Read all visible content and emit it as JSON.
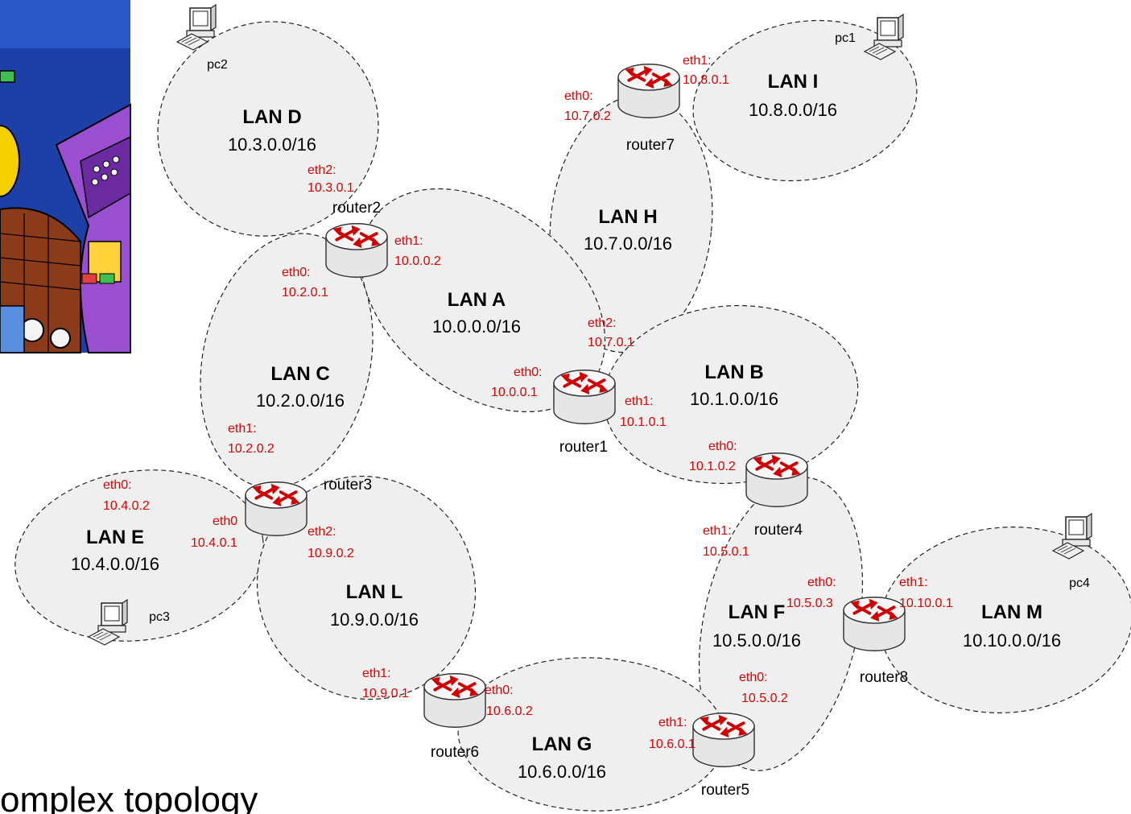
{
  "caption": "omplex topology",
  "lans": [
    {
      "key": "A",
      "name": "LAN A",
      "subnet": "10.0.0.0/16"
    },
    {
      "key": "B",
      "name": "LAN B",
      "subnet": "10.1.0.0/16"
    },
    {
      "key": "C",
      "name": "LAN C",
      "subnet": "10.2.0.0/16"
    },
    {
      "key": "D",
      "name": "LAN D",
      "subnet": "10.3.0.0/16"
    },
    {
      "key": "E",
      "name": "LAN E",
      "subnet": "10.4.0.0/16"
    },
    {
      "key": "F",
      "name": "LAN F",
      "subnet": "10.5.0.0/16"
    },
    {
      "key": "G",
      "name": "LAN G",
      "subnet": "10.6.0.0/16"
    },
    {
      "key": "H",
      "name": "LAN H",
      "subnet": "10.7.0.0/16"
    },
    {
      "key": "I",
      "name": "LAN I",
      "subnet": "10.8.0.0/16"
    },
    {
      "key": "L",
      "name": "LAN L",
      "subnet": "10.9.0.0/16"
    },
    {
      "key": "M",
      "name": "LAN M",
      "subnet": "10.10.0.0/16"
    }
  ],
  "routers": [
    {
      "key": "r1",
      "name": "router1"
    },
    {
      "key": "r2",
      "name": "router2"
    },
    {
      "key": "r3",
      "name": "router3"
    },
    {
      "key": "r4",
      "name": "router4"
    },
    {
      "key": "r5",
      "name": "router5"
    },
    {
      "key": "r6",
      "name": "router6"
    },
    {
      "key": "r7",
      "name": "router7"
    },
    {
      "key": "r8",
      "name": "router8"
    }
  ],
  "pcs": [
    {
      "key": "pc1",
      "name": "pc1"
    },
    {
      "key": "pc2",
      "name": "pc2"
    },
    {
      "key": "pc3",
      "name": "pc3"
    },
    {
      "key": "pc4",
      "name": "pc4"
    }
  ],
  "interfaces": [
    {
      "router": "router2",
      "name": "eth2:",
      "ip": "10.3.0.1"
    },
    {
      "router": "router2",
      "name": "eth1:",
      "ip": "10.0.0.2"
    },
    {
      "router": "router2",
      "name": "eth0:",
      "ip": "10.2.0.1"
    },
    {
      "router": "router7",
      "name": "eth0:",
      "ip": "10.7.0.2"
    },
    {
      "router": "router7",
      "name": "eth1:",
      "ip": "10.8.0.1"
    },
    {
      "router": "router1",
      "name": "eth2:",
      "ip": "10.7.0.1"
    },
    {
      "router": "router1",
      "name": "eth0:",
      "ip": "10.0.0.1"
    },
    {
      "router": "router1",
      "name": "eth1:",
      "ip": "10.1.0.1"
    },
    {
      "router": "router4",
      "name": "eth0:",
      "ip": "10.1.0.2"
    },
    {
      "router": "router4",
      "name": "eth1:",
      "ip": "10.5.0.1"
    },
    {
      "router": "router3",
      "name": "eth1:",
      "ip": "10.2.0.2"
    },
    {
      "router": "router3",
      "name": "eth0:",
      "ip": "10.4.0.2"
    },
    {
      "router": "router3",
      "name": "eth0",
      "ip": "10.4.0.1"
    },
    {
      "router": "router3",
      "name": "eth2:",
      "ip": "10.9.0.2"
    },
    {
      "router": "router6",
      "name": "eth1:",
      "ip": "10.9.0.1"
    },
    {
      "router": "router6",
      "name": "eth0:",
      "ip": "10.6.0.2"
    },
    {
      "router": "router5",
      "name": "eth1:",
      "ip": "10.6.0.1"
    },
    {
      "router": "router5",
      "name": "eth0:",
      "ip": "10.5.0.2"
    },
    {
      "router": "router8",
      "name": "eth0:",
      "ip": "10.5.0.3"
    },
    {
      "router": "router8",
      "name": "eth1:",
      "ip": "10.10.0.1"
    }
  ],
  "colors": {
    "lan_fill": "#efefef",
    "interface_text": "#e00000",
    "router_arrow": "#e00000",
    "router_body": "#f2f2f2"
  },
  "icons": {
    "router": "router-icon",
    "pc": "desktop-computer-icon",
    "decoration": "cartoon-control-panel-picture"
  }
}
